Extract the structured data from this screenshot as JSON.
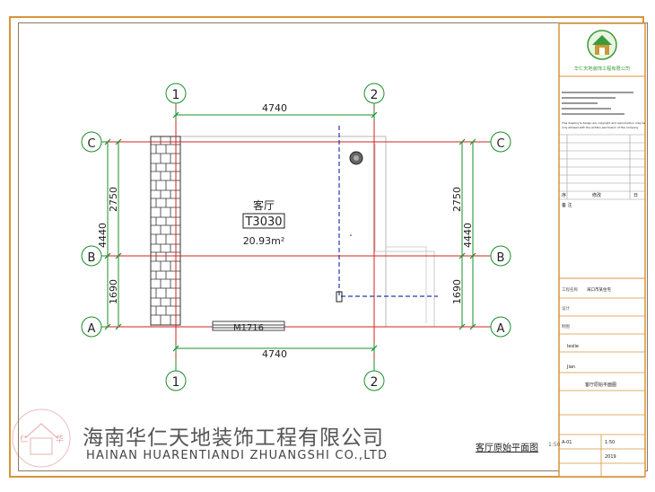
{
  "drawing": {
    "grid_top": [
      "1",
      "2"
    ],
    "grid_bottom": [
      "1",
      "2"
    ],
    "grid_left": [
      "C",
      "B",
      "A"
    ],
    "grid_right": [
      "C",
      "B",
      "A"
    ],
    "dim_top": "4740",
    "dim_bottom": "4740",
    "dim_left_total": "4440",
    "dim_left_upper": "2750",
    "dim_left_lower": "1690",
    "dim_right_total": "4440",
    "dim_right_upper": "2750",
    "dim_right_lower": "1690",
    "room_name": "客厅",
    "room_code": "T3030",
    "room_area": "20.93m²",
    "door_label": "M1716"
  },
  "title_block": {
    "company_short": "华仁天地装饰工程有限公司",
    "copyright_note": "This drawing & design are copyright and reproduction may be",
    "copyright_note2": "only allowed with the written permission of the company",
    "table_headers": [
      "序",
      "修改",
      "日"
    ],
    "table_footer": "备  注",
    "project_label": "工程名称",
    "project_value": "海口市某住宅",
    "design_label": "设计",
    "designer_value": "Jian",
    "drawer_label": "制图",
    "drawer_value": "leslie",
    "drawing_name": "客厅原始平面图",
    "drawing_no": "A-01",
    "scale_value": "1:50",
    "date_value": "2019"
  },
  "company": {
    "name_cn": "海南华仁天地装饰工程有限公司",
    "name_en": "HAINAN HUARENTIANDI ZHUANGSHI CO.,LTD",
    "logo_left_char": "仁",
    "logo_right_char": "华"
  },
  "plan": {
    "title": "客厅原始平面图",
    "scale": "1:50"
  },
  "colors": {
    "border_orange": "#d8943a",
    "axis_red": "#d62020",
    "dimension_green": "#1a8f2a",
    "dashed_blue": "#2a35b0",
    "logo_green": "#3c9a3c"
  }
}
